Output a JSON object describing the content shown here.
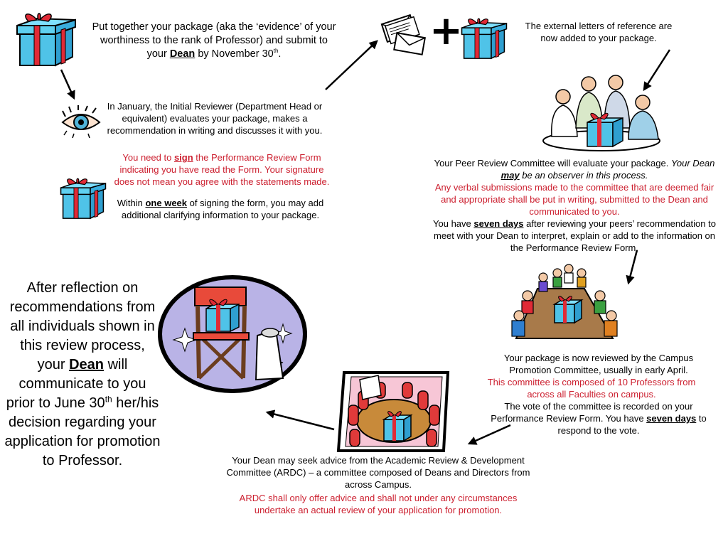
{
  "step_submit": {
    "pre": "Put together your package (aka the ‘evidence’ of your worthiness to the rank of Professor) and submit to your ",
    "dean": "Dean",
    "mid": " by November 30",
    "sup": "th",
    "end": "."
  },
  "step_initial": {
    "text": "In January, the Initial Reviewer (Department Head or equivalent) evaluates your package, makes a recommendation in writing and discusses it with you."
  },
  "step_sign": {
    "pre": "You need to ",
    "sign": "sign",
    "post": " the Performance Review Form indicating you have read the Form. Your signature does not mean you agree with the statements made."
  },
  "step_week": {
    "pre": "Within ",
    "week": "one week",
    "post": " of signing the form, you may add additional clarifying information to your package."
  },
  "step_external": {
    "text": "The external letters of reference are now added to your package."
  },
  "step_peer": {
    "pre": "Your Peer Review Committee will evaluate your package. ",
    "italic_a": "Your Dean ",
    "may": "may",
    "italic_b": " be an observer in this process.",
    "red": "Any verbal submissions made to the committee that are deemed fair and appropriate shall be put in writing, submitted to the Dean and communicated to you.",
    "days_pre": "You have ",
    "days": "seven days",
    "days_post": " after reviewing your peers’ recommendation to meet with your Dean to interpret, explain or add to the information on the Performance Review Form."
  },
  "step_campus": {
    "text": "Your package is now reviewed by the Campus Promotion Committee, usually in early April.",
    "red": "This committee is composed of 10 Professors from across all Faculties on campus.",
    "vote_pre": "The vote of the committee is recorded on your Performance Review Form. You have ",
    "vote_days": "seven days",
    "vote_post": " to respond to the vote."
  },
  "step_ardc": {
    "text": "Your Dean may seek advice from the Academic Review & Development Committee (ARDC) – a committee composed of Deans and Directors from across Campus.",
    "red": "ARDC shall only offer advice and shall not under any circumstances undertake an actual review of your application for promotion."
  },
  "step_final": {
    "pre": "After reflection on recommendations from all individuals shown in this review process, your ",
    "dean": "Dean",
    "mid": " will communicate to you prior to June 30",
    "sup": "th",
    "post": " her/his decision regarding your application for promotion to Professor."
  },
  "colors": {
    "gift_box": "#4fc3e8",
    "ribbon": "#e02a36",
    "note_red": "#cc1f2f",
    "star_bg": "#b9b3e6"
  },
  "icons": [
    "gift-icon",
    "eye-icon",
    "letters-icon",
    "plus-icon",
    "people-icon",
    "meeting-icon",
    "director-chair-icon",
    "boardroom-icon",
    "arrow-icon"
  ]
}
